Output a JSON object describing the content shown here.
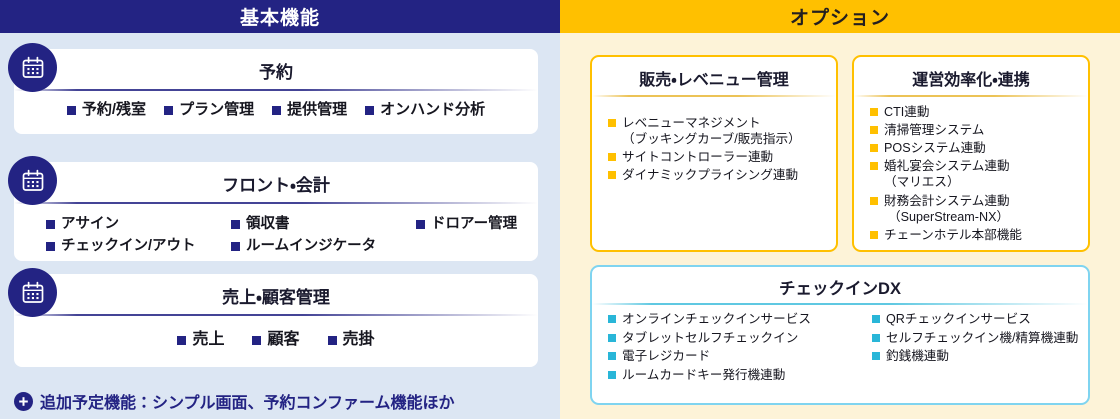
{
  "basic": {
    "header": "基本機能",
    "cards": [
      {
        "icon": "calendar-icon",
        "title": "予約",
        "layout": "inline",
        "items": [
          "予約/残室",
          "プラン管理",
          "提供管理",
          "オンハンド分析"
        ]
      },
      {
        "icon": "calendar-icon",
        "title": "フロント・会計",
        "layout": "grid",
        "items": [
          "アサイン",
          "領収書",
          "ドロアー管理",
          "チェックイン/アウト",
          "ルームインジケータ"
        ]
      },
      {
        "icon": "calendar-icon",
        "title": "売上・顧客管理",
        "layout": "inline",
        "items": [
          "売上",
          "顧客",
          "売掛"
        ]
      }
    ],
    "footer": {
      "icon": "plus-circle-icon",
      "text": "追加予定機能：シンプル画面、予約コンファーム機能ほか"
    }
  },
  "option": {
    "header": "オプション",
    "cards": [
      {
        "title": "販売・レベニュー管理",
        "items": [
          {
            "label": "レベニューマネジメント",
            "sub": "（ブッキングカーブ/販売指示）"
          },
          {
            "label": "サイトコントローラー連動"
          },
          {
            "label": "ダイナミックプライシング連動"
          }
        ]
      },
      {
        "title": "運営効率化・連携",
        "items": [
          {
            "label": "CTI連動"
          },
          {
            "label": "清掃管理システム"
          },
          {
            "label": "POSシステム連動"
          },
          {
            "label": "婚礼宴会システム連動",
            "sub": "（マリエス）"
          },
          {
            "label": "財務会計システム連動",
            "sub": "（SuperStream-NX）"
          },
          {
            "label": "チェーンホテル本部機能"
          }
        ]
      }
    ],
    "dx_card": {
      "title": "チェックインDX",
      "col_left": [
        "オンラインチェックインサービス",
        "タブレットセルフチェックイン",
        "電子レジカード",
        "ルームカードキー発行機連動"
      ],
      "col_right": [
        "QRチェックインサービス",
        "セルフチェックイン機/精算機連動",
        "釣銭機連動"
      ]
    }
  },
  "colors": {
    "navy": "#232383",
    "gold": "#ffc000",
    "cyan": "#29b6d8",
    "panel_blue": "#dce6f3",
    "panel_cream": "#fdf3d8"
  }
}
